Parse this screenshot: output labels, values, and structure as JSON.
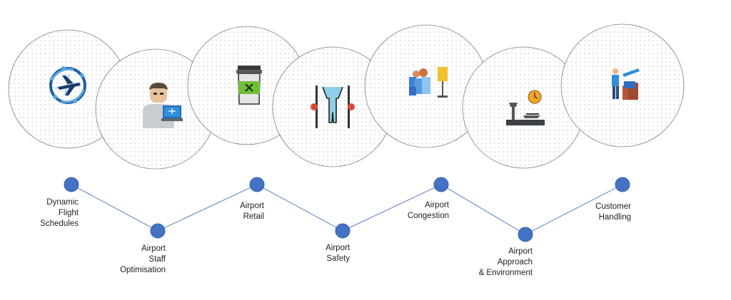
{
  "colors": {
    "node": "#4472c4",
    "node_stroke": "#3a62aa",
    "connector": "#6f8fc9",
    "circle_stroke": "#7a7f86",
    "dots": "#b8bcc2"
  },
  "timeline": [
    {
      "id": "dynamic-flight-schedules",
      "label": "Dynamic\nFlight\nSchedules",
      "icon": "globe-airplane-icon"
    },
    {
      "id": "airport-staff-optimisation",
      "label": "Airport\nStaff\nOptimisation",
      "icon": "staff-computer-icon"
    },
    {
      "id": "airport-retail",
      "label": "Airport\nRetail",
      "icon": "coffee-cup-icon"
    },
    {
      "id": "airport-safety",
      "label": "Airport\nSafety",
      "icon": "security-scanner-icon"
    },
    {
      "id": "airport-congestion",
      "label": "Airport\nCongestion",
      "icon": "crowd-queue-icon"
    },
    {
      "id": "airport-approach-environment",
      "label": "Airport\nApproach\n& Environment",
      "icon": "control-tower-icon"
    },
    {
      "id": "customer-handling",
      "label": "Customer\nHandling",
      "icon": "traveler-luggage-icon"
    }
  ]
}
